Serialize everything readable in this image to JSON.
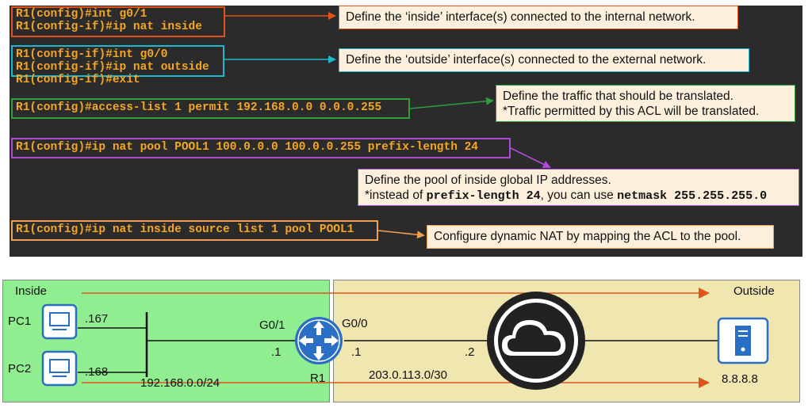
{
  "terminal": {
    "cmd1": "R1(config)#int g0/1",
    "cmd2": "R1(config-if)#ip nat inside",
    "cmd3": "R1(config-if)#int g0/0",
    "cmd4": "R1(config-if)#ip nat outside",
    "cmd5": "R1(config-if)#exit",
    "cmd6": "R1(config)#access-list 1 permit 192.168.0.0 0.0.0.255",
    "cmd7": "R1(config)#ip nat pool POOL1 100.0.0.0 100.0.0.255 prefix-length 24",
    "cmd8": "R1(config)#ip nat inside source list 1 pool POOL1"
  },
  "notes": {
    "inside": "Define the ‘inside’ interface(s) connected to the internal network.",
    "outside": "Define the ‘outside’ interface(s) connected to the external network.",
    "acl_line1": "Define the traffic that should be translated.",
    "acl_line2": "*Traffic permitted by this ACL will be translated.",
    "pool_line1": "Define the pool of inside global IP addresses.",
    "pool_pre": "*instead of ",
    "pool_code1": "prefix-length 24",
    "pool_mid": ", you can use ",
    "pool_code2": "netmask 255.255.255.0",
    "map": "Configure dynamic NAT by mapping the ACL to the pool."
  },
  "topology": {
    "inside_label": "Inside",
    "outside_label": "Outside",
    "pc1": "PC1",
    "pc2": "PC2",
    "pc1_ip": ".167",
    "pc2_ip": ".168",
    "lan_subnet": "192.168.0.0/24",
    "g01": "G0/1",
    "g00": "G0/0",
    "r1_in_ip": ".1",
    "r1_out_ip": ".1",
    "isp_ip": ".2",
    "router": "R1",
    "wan_subnet": "203.0.113.0/30",
    "server_ip": "8.8.8.8"
  },
  "colors": {
    "orange_red": "#e0531c",
    "cyan": "#1fb7c9",
    "green": "#2e9e3a",
    "purple": "#b04ad6",
    "light_orange": "#f0a050",
    "inside_zone": "#90ee90",
    "outside_zone": "#efe6b0",
    "device_blue": "#2a6fc4"
  },
  "icons": [
    "pc-icon",
    "router-icon",
    "cloud-icon",
    "server-icon"
  ]
}
